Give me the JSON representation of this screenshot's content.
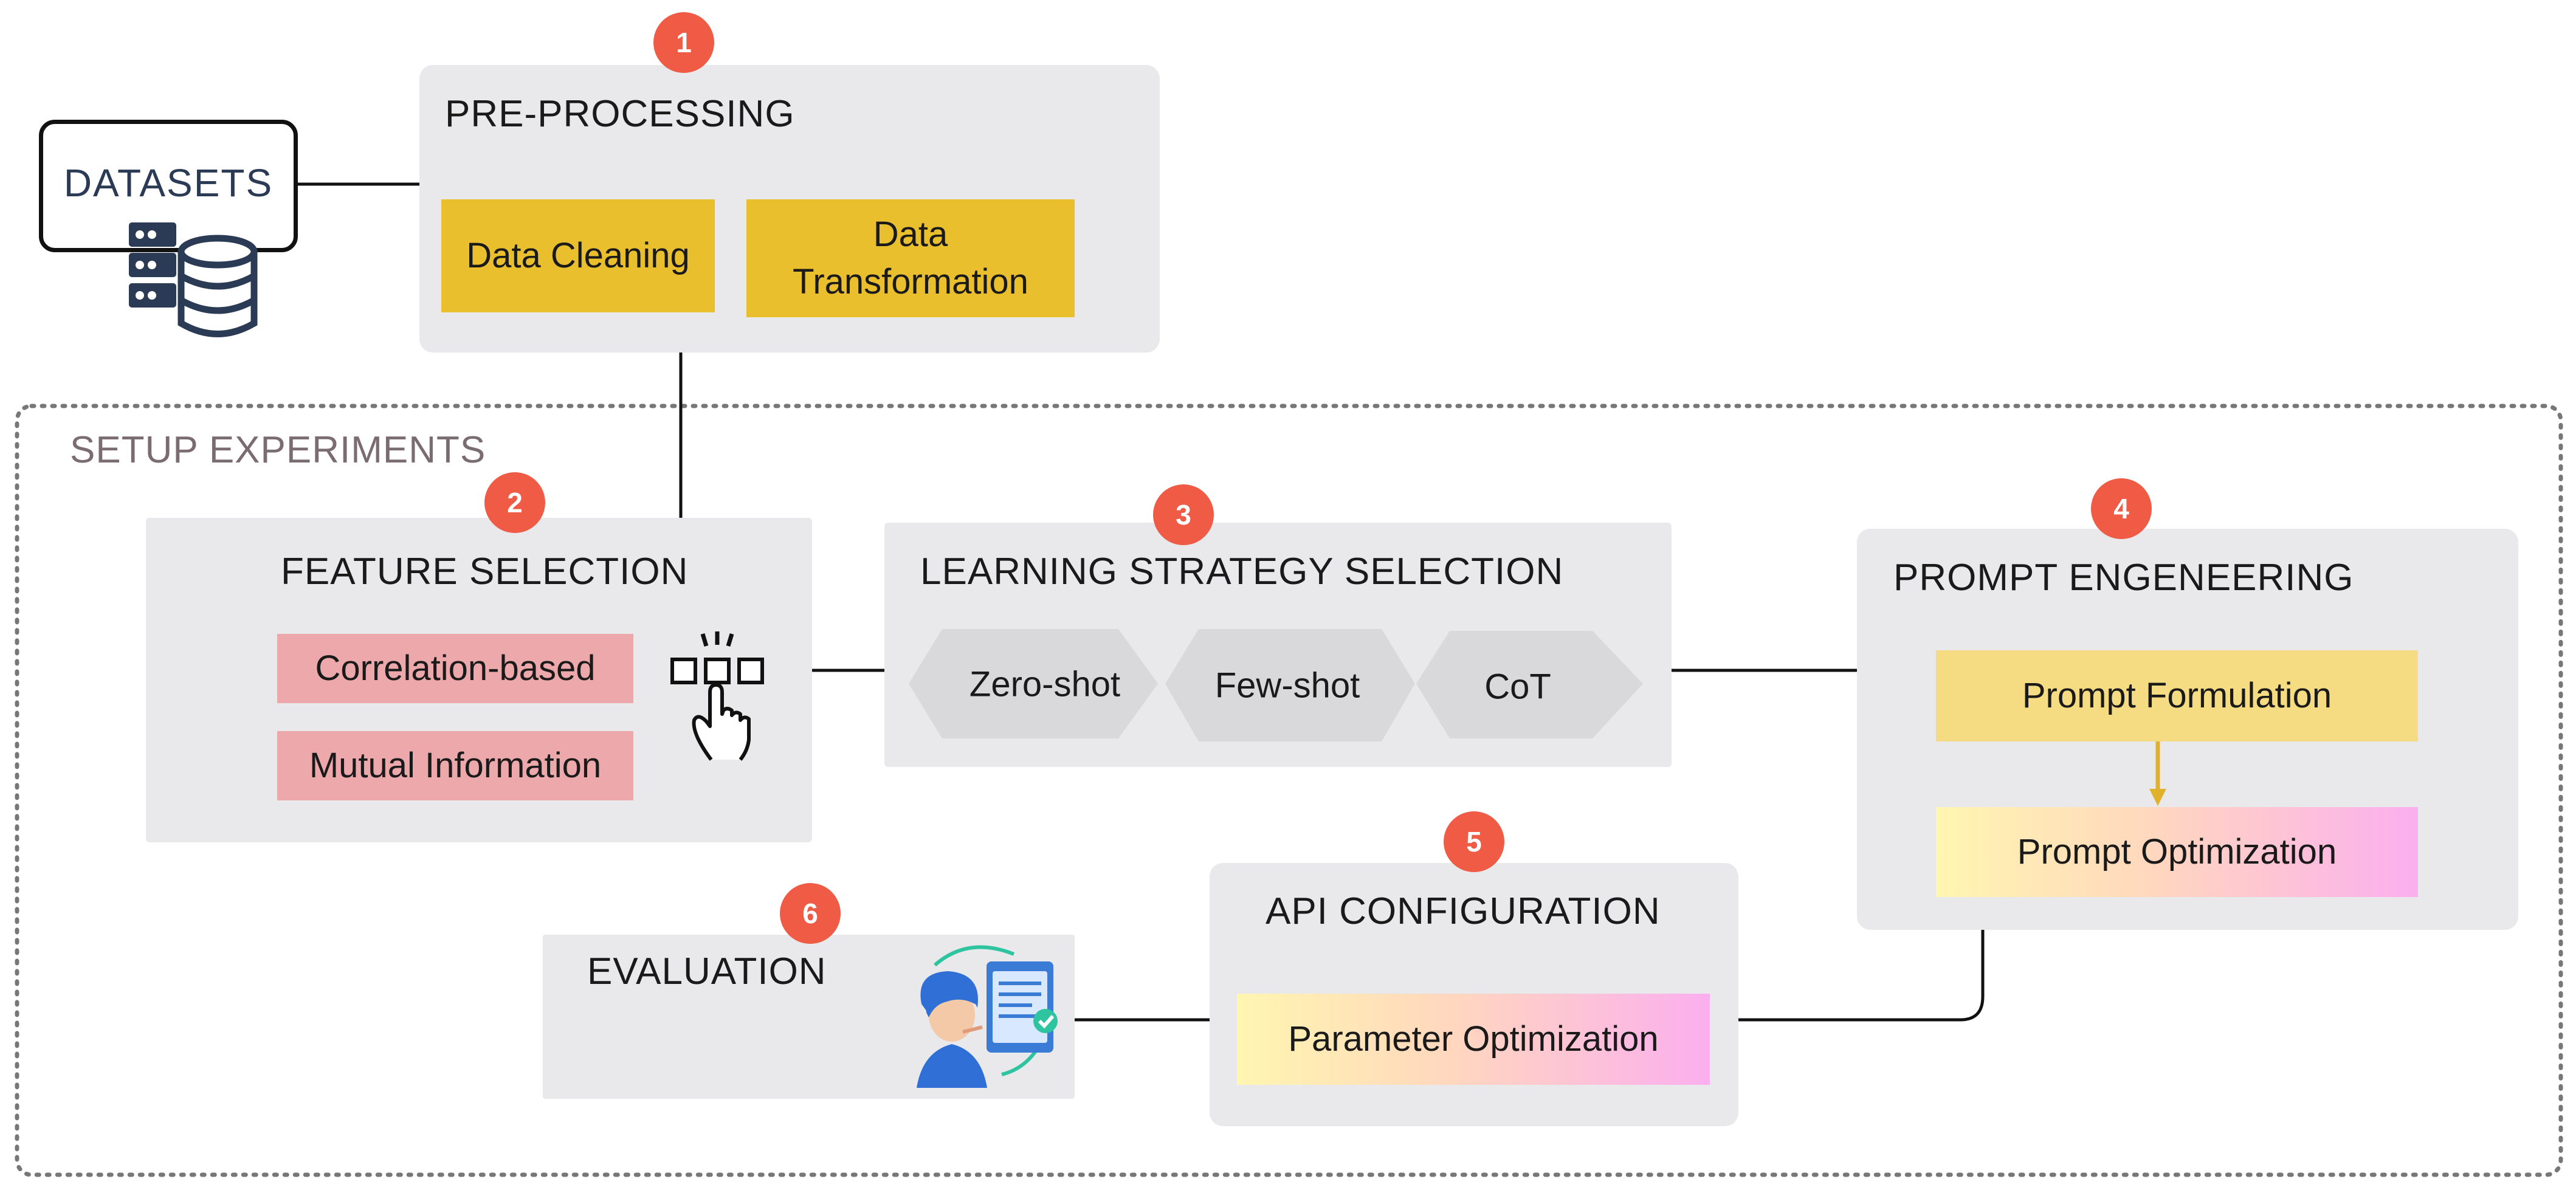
{
  "datasets": {
    "label": "DATASETS"
  },
  "setup": {
    "label": "SETUP EXPERIMENTS"
  },
  "preprocessing": {
    "badge": "1",
    "title": "PRE-PROCESSING",
    "items": [
      "Data Cleaning",
      "Data\nTransformation"
    ]
  },
  "feature_selection": {
    "badge": "2",
    "title": "FEATURE SELECTION",
    "items": [
      "Correlation-based",
      "Mutual Information"
    ]
  },
  "learning_strategy": {
    "badge": "3",
    "title": "LEARNING STRATEGY SELECTION",
    "items": [
      "Zero-shot",
      "Few-shot",
      "CoT"
    ]
  },
  "prompt_engineering": {
    "badge": "4",
    "title": "PROMPT ENGENEERING",
    "items": [
      "Prompt Formulation",
      "Prompt Optimization"
    ]
  },
  "api_configuration": {
    "badge": "5",
    "title": "API CONFIGURATION",
    "items": [
      "Parameter Optimization"
    ]
  },
  "evaluation": {
    "badge": "6",
    "title": "EVALUATION"
  },
  "colors": {
    "badge": "#ef5b45",
    "panel": "#e9e9eb",
    "gold": "#eabf2e",
    "pink": "#eda8ab",
    "light_gold": "#f5dc83",
    "arrow": "#e0b12a",
    "icon_dark": "#2b3a55"
  },
  "icons": [
    "database-server-icon",
    "hand-select-icon",
    "evaluation-person-icon"
  ]
}
